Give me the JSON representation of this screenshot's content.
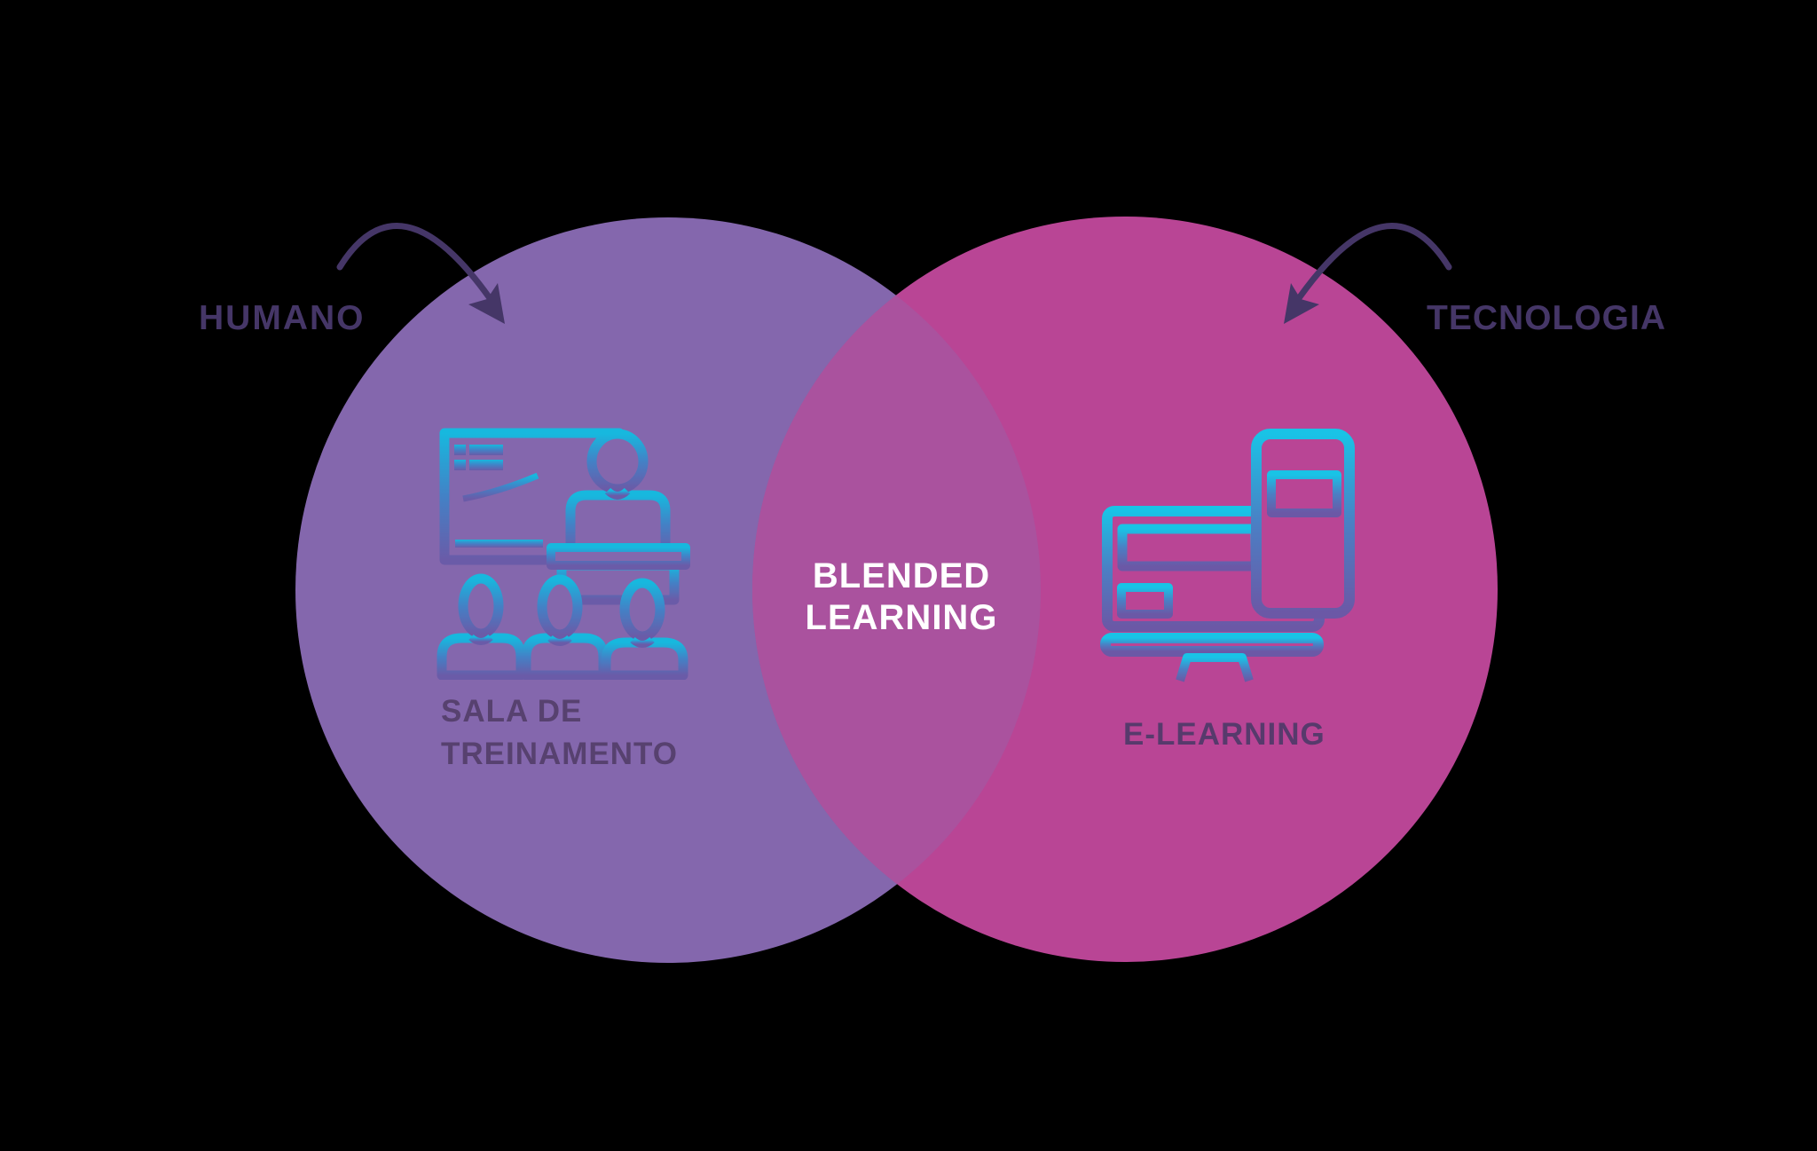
{
  "diagram": {
    "type": "venn",
    "background_color": "#000000",
    "left_circle": {
      "annotation": "HUMANO",
      "label_line1": "SALA DE",
      "label_line2": "TREINAMENTO",
      "fill": "#8467AD",
      "label_color": "#57416F",
      "icon": "training-room-icon"
    },
    "right_circle": {
      "annotation": "TECNOLOGIA",
      "label": "E-LEARNING",
      "fill": "#B94595",
      "label_color": "#573A6C",
      "icon": "computer-smartphone-icon"
    },
    "overlap": {
      "label_line1": "BLENDED",
      "label_line2": "LEARNING",
      "fill": "#AA529E",
      "text_color": "#FFFFFF"
    },
    "annotation_color": "#453667",
    "arrow_color": "#453667",
    "icon_gradient": [
      "#17B8DE",
      "#4381C6",
      "#6A5BA8"
    ]
  }
}
